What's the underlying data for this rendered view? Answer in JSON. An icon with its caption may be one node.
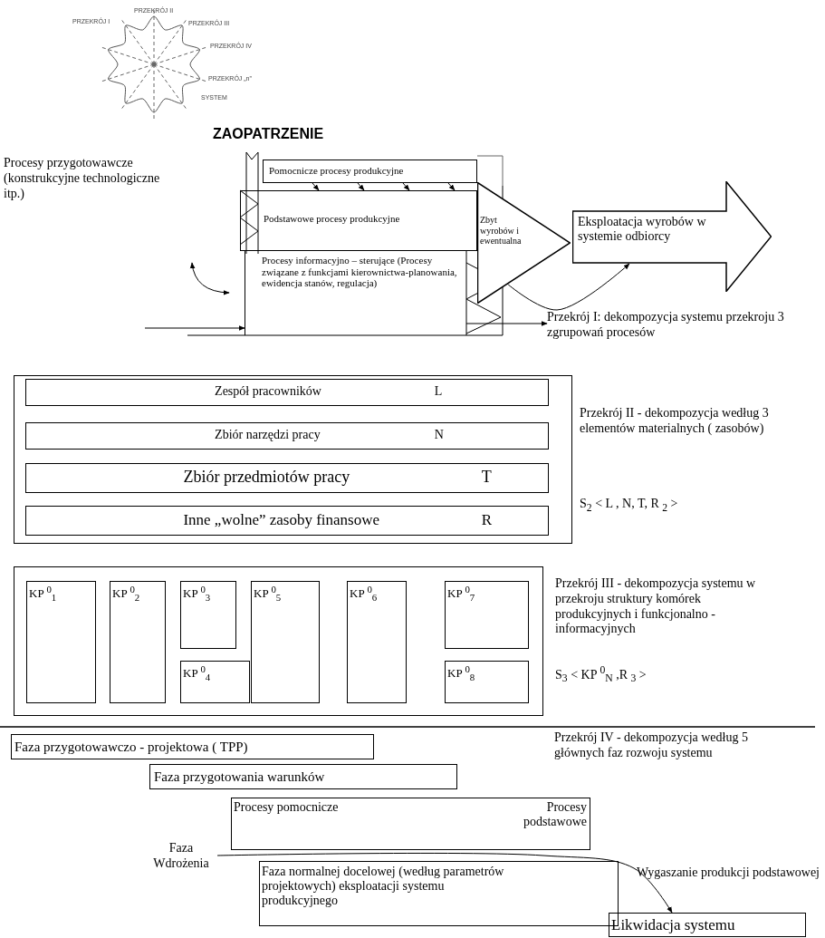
{
  "diagram": {
    "nodes": [
      {
        "text": [
          "Procesy przygotowawcze (konstrukcyjne technologiczne itp.)"
        ]
      },
      {
        "text": [
          "Pomocnicze procesy produkcyjne"
        ]
      },
      {
        "text": [
          "Podstawowe procesy produkcyjne"
        ]
      },
      {
        "text": [
          "Procesy informacyjno – sterujące (Procesy związane z funkcjami kierownictwa-planowania, ewidencja stanów, regulacja)"
        ]
      },
      {
        "text": [
          "Zbyt wyrobów i ewentualna"
        ]
      },
      {
        "text": [
          "Eksploatacja wyrobów w systemie odbiorcy"
        ]
      },
      {
        "text": [
          "Przekrój I: dekompozycja systemu przekroju 3 zgrupowań procesów"
        ]
      },
      {
        "text": [],
        "shape": "box"
      },
      {
        "text": [
          "Zespół pracowników",
          "L"
        ],
        "in": 7
      },
      {
        "text": [
          "Zbiór narzędzi pracy",
          "N"
        ],
        "in": 7
      },
      {
        "text": [
          "Zbiór przedmiotów pracy",
          "T"
        ],
        "in": 7
      },
      {
        "text": [
          "Inne „wolne” zasoby finansowe",
          "R"
        ],
        "in": 7
      },
      {
        "text": [],
        "shape": "box"
      },
      {
        "text": [
          "KP $^{0}$$_{1}$"
        ],
        "in": 12
      },
      {
        "text": [
          "KP $^{0}$$_{2}$"
        ],
        "in": 12
      },
      {
        "text": [
          "KP $^{0}$$_{3}$"
        ],
        "in": 12
      },
      {
        "text": [
          "KP $^{0}$$_{4}$"
        ],
        "in": 12
      },
      {
        "text": [
          "KP $^{0}$$_{5}$"
        ],
        "in": 12
      },
      {
        "text": [
          "KP $^{0}$$_{6}$"
        ],
        "in": 12
      },
      {
        "text": [
          "KP $^{0}$$_{7}$"
        ],
        "in": 12
      },
      {
        "text": [
          "KP $^{0}$$_{8}$"
        ],
        "in": 12
      },
      {
        "text": [
          "Faza przygotowawczo - projektowa ( TPP)"
        ]
      },
      {
        "text": [
          "Faza przygotowania warunków"
        ]
      },
      {
        "text": [
          "Procesy pomocnicze",
          "Procesy podstawowe"
        ]
      },
      {
        "text": [
          "Faza Wdrożenia"
        ]
      },
      {
        "text": [
          "Faza normalnej docelowej (według parametrów projektowych) eksploatacji systemu produkcyjnego"
        ]
      },
      {
        "text": [
          "Likwidacja systemu"
        ]
      }
    ],
    "edges": [
      {
        "from": 1,
        "to": 2,
        "arrow": "to"
      },
      {
        "from": 1,
        "to": 2,
        "arrow": "to"
      },
      {
        "from": 1,
        "to": 2,
        "arrow": "to"
      },
      {
        "from": 1,
        "to": 2,
        "arrow": "to"
      },
      {
        "from": 3,
        "to": 6,
        "arrow": "to"
      },
      {
        "from": null,
        "to": 3,
        "arrow": "to"
      },
      {
        "from": 4,
        "to": 5,
        "arrow": "to"
      },
      {
        "from": 24,
        "to": 26,
        "arrow": "to"
      }
    ],
    "labels": [
      "PRZEKRÓJ II",
      "PRZEKRÓJ I",
      "PRZEKRÓJ III",
      "PRZEKRÓJ IV",
      "PRZEKRÓJ „n”",
      "SYSTEM",
      "ZAOPATRZENIE",
      "Przekrój II - dekompozycja według 3 elementów materialnych ( zasobów)",
      "S$_{2}$ < L , N, T, R $_{2}$ >",
      "Przekrój III - dekompozycja systemu w przekroju struktury komórek produkcyjnych i funkcjonalno - informacyjnych",
      "S$_{3}$ < KP $^{0}$$_{N}$ ,R $_{3}$ >",
      "Przekrój IV - dekompozycja według 5 głównych faz rozwoju systemu",
      "Wygaszanie produkcji podstawowej"
    ]
  }
}
